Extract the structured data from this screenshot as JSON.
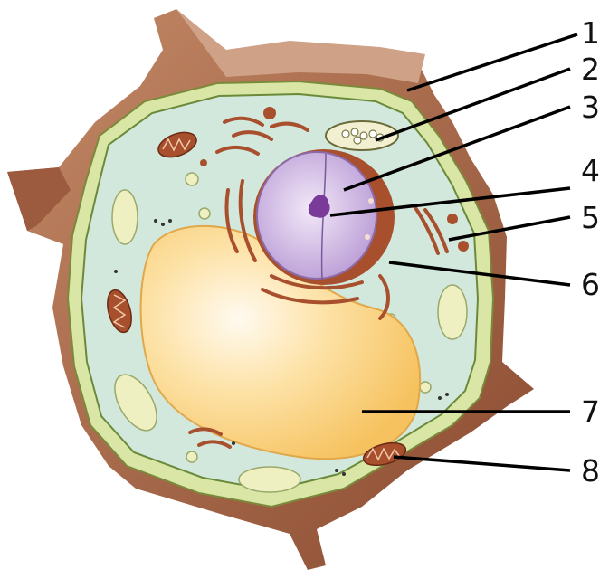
{
  "diagram": {
    "labels": [
      {
        "id": "label-1",
        "text": "1"
      },
      {
        "id": "label-2",
        "text": "2"
      },
      {
        "id": "label-3",
        "text": "3"
      },
      {
        "id": "label-4",
        "text": "4"
      },
      {
        "id": "label-5",
        "text": "5"
      },
      {
        "id": "label-6",
        "text": "6"
      },
      {
        "id": "label-7",
        "text": "7"
      },
      {
        "id": "label-8",
        "text": "8"
      }
    ]
  },
  "colors": {
    "outer_wall": "#b07a5a",
    "wall_dark": "#7a2f1c",
    "wall_band": "#d9e6a6",
    "cytoplasm": "#d3e8dc",
    "vacuole": "#fbd27a",
    "nucleus": "#c8a8dc",
    "organelle": "#a8502e",
    "chloroplast": "#eef0c2",
    "leader_line": "#000000"
  }
}
